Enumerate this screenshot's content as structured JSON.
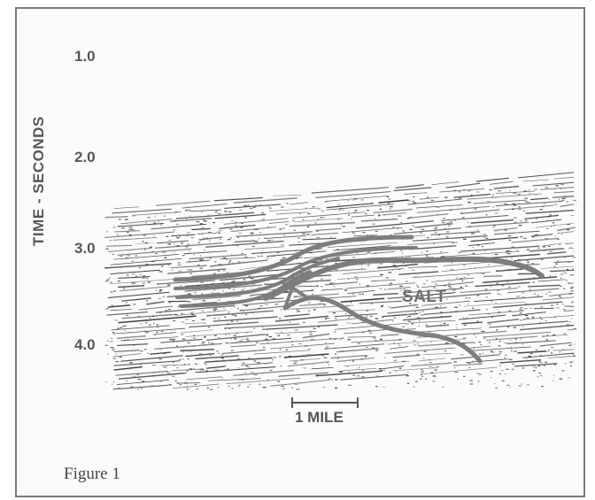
{
  "figure": {
    "y_axis_label": "TIME - SECONDS",
    "ticks": [
      "1.0",
      "2.0",
      "3.0",
      "4.0"
    ],
    "body_label": "SALT",
    "scale_bar_label": "1 MILE",
    "caption": "Figure 1"
  }
}
